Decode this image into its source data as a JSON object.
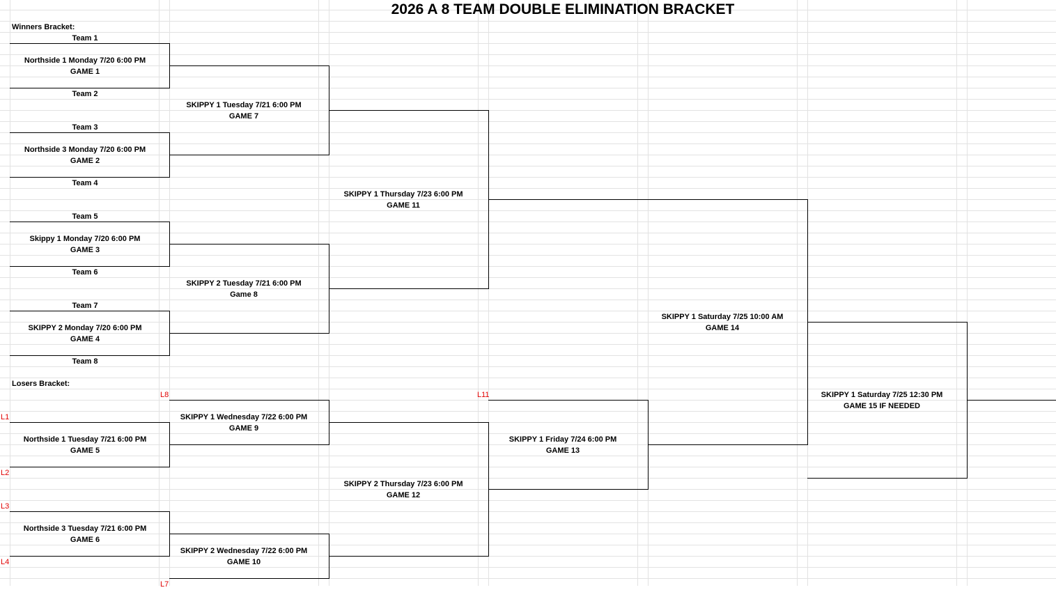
{
  "title": "2026 A 8 TEAM DOUBLE ELIMINATION BRACKET",
  "winners_header": "Winners Bracket:",
  "losers_header": "Losers Bracket:",
  "teams": [
    "Team 1",
    "Team 2",
    "Team 3",
    "Team 4",
    "Team 5",
    "Team 6",
    "Team 7",
    "Team 8"
  ],
  "games": {
    "g1": {
      "info": "Northside 1 Monday 7/20 6:00 PM",
      "name": "GAME 1"
    },
    "g2": {
      "info": "Northside 3 Monday 7/20 6:00 PM",
      "name": "GAME 2"
    },
    "g3": {
      "info": "Skippy 1 Monday 7/20 6:00 PM",
      "name": "GAME 3"
    },
    "g4": {
      "info": "SKIPPY 2 Monday 7/20 6:00 PM",
      "name": "GAME 4"
    },
    "g5": {
      "info": "Northside 1 Tuesday 7/21 6:00 PM",
      "name": "GAME 5"
    },
    "g6": {
      "info": "Northside 3 Tuesday 7/21 6:00 PM",
      "name": "GAME 6"
    },
    "g7": {
      "info": "SKIPPY 1 Tuesday 7/21 6:00 PM",
      "name": "GAME 7"
    },
    "g8": {
      "info": "SKIPPY 2 Tuesday 7/21 6:00 PM",
      "name": "Game 8"
    },
    "g9": {
      "info": "SKIPPY 1 Wednesday 7/22 6:00 PM",
      "name": "GAME 9"
    },
    "g10": {
      "info": "SKIPPY 2 Wednesday 7/22 6:00 PM",
      "name": "GAME 10"
    },
    "g11": {
      "info": "SKIPPY 1 Thursday 7/23 6:00 PM",
      "name": "GAME 11"
    },
    "g12": {
      "info": "SKIPPY 2 Thursday 7/23 6:00 PM",
      "name": "GAME 12"
    },
    "g13": {
      "info": "SKIPPY 1 Friday 7/24 6:00 PM",
      "name": "GAME 13"
    },
    "g14": {
      "info": "SKIPPY 1 Saturday 7/25 10:00 AM",
      "name": "GAME 14"
    },
    "g15": {
      "info": "SKIPPY 1 Saturday 7/25 12:30 PM",
      "name": "GAME 15 IF NEEDED"
    }
  },
  "loser_labels": {
    "l1": "L1",
    "l2": "L2",
    "l3": "L3",
    "l4": "L4",
    "l7": "L7",
    "l8": "L8",
    "l11": "L11"
  },
  "colors": {
    "grid": "#e2e2e2",
    "loser_label": "#e00000",
    "line": "#000000"
  }
}
